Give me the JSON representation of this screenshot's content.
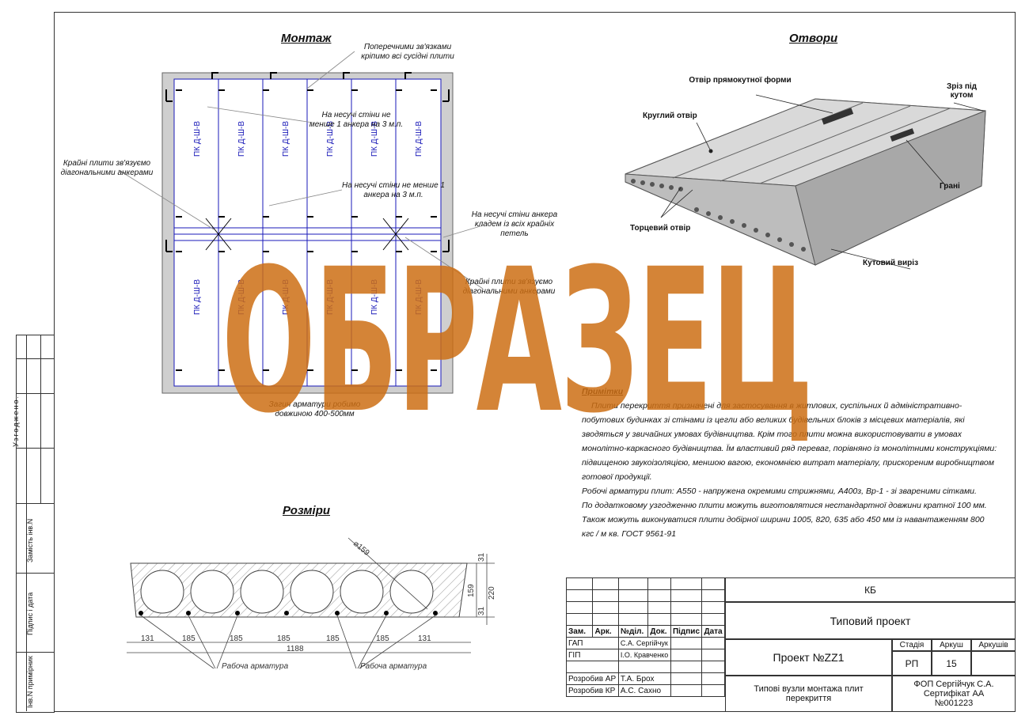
{
  "sections": {
    "montage": "Монтаж",
    "openings": "Отвори",
    "dimensions": "Розміри"
  },
  "montage_notes": {
    "transverse": "Поперечними зв'язками кріпимо всі сусідні плити",
    "bearing1": "На несучі стіни не менше 1 анкера на 3 м.п.",
    "bearing2": "На несучі стіни не менше 1 анкера на 3 м.п.",
    "extreme_left": "Крайні плити зв'язуємо діагональними анкерами",
    "bearing_walls": "На несучі стіни анкера кладем із всіх крайніх петель",
    "extreme_right": "Крайні плити зв'язуємо діагональними анкерами",
    "bend": "Загин арматури робимо довжиною 400-500мм"
  },
  "slab_label": "ПК Д-Ш-В",
  "opening_labels": {
    "rect": "Отвір прямокутної форми",
    "round": "Круглий отвір",
    "corner_cut": "Зріз під кутом",
    "faces": "Грані",
    "end": "Торцевий отвір",
    "corner_notch": "Кутовий виріз"
  },
  "notes": {
    "title": "Примітки",
    "lines": [
      "Плити перекриття призначені для застосування в житлових, суспільних й адміністративно-",
      "побутових будинках зі стінами із цегли або великих будівельних блоків з місцевих матеріалів, які",
      "зводяться у звичайних умовах будівництва. Крім того плити можна використовувати в умовах",
      "монолітно-каркасного будівництва. Їм властивий ряд переваг, порівняно із монолітними конструкціями:",
      "підвищеною звукоізоляцією, меншою вагою, економнією витрат матеріалу, прискореним виробництвом",
      "готової продукції.",
      "Робочі арматури плит: А550 - напружена окремими стрижнями, А400з, Вр-1 - зі звареними сітками.",
      "По додатковому узгодженню плити можуть виготовлятися нестандартної довжини кратної 100 мм.",
      "Також можуть виконуватися плити добірної ширини 1005, 820, 635 або 450 мм  із навантаженням 800",
      "кгс / м кв. ГОСТ 9561-91"
    ]
  },
  "dims": {
    "diameter": "⌀159",
    "top": "31",
    "mid": "159",
    "bottom": "31",
    "height": "220",
    "segments": [
      "131",
      "185",
      "185",
      "185",
      "185",
      "185",
      "131"
    ],
    "total": "1188",
    "rebar1": "Рабоча  арматура",
    "rebar2": "Рабоча  арматура"
  },
  "side_labels": {
    "agreed": "Узгоджено.",
    "replaced": "Замість інв.N",
    "sign_date": "Підпис і дата",
    "inv_orig": "Інв.N примірник"
  },
  "watermark": "ОБРАЗЕЦ",
  "titleblock": {
    "code": "КБ",
    "typical": "Типовий проект",
    "project": "Проект №ZZ1",
    "stage_h": "Стадія",
    "sheet_h": "Аркуш",
    "sheets_h": "Аркушів",
    "stage": "РП",
    "sheet": "15",
    "sheets": "",
    "name": "Типові вузли монтажа плит перекриття",
    "company": "ФОП Сергійчук С.А. Сертифікат АА №001223",
    "cols": [
      "Зам.",
      "Арк.",
      "№діл.",
      "Док.",
      "Підпис",
      "Дата"
    ],
    "people": [
      {
        "role": "ГАП",
        "name": "С.А. Сергійчук"
      },
      {
        "role": "ГІП",
        "name": "І.О. Кравченко"
      },
      {
        "role": "Розробив АР",
        "name": "Т.А. Брох"
      },
      {
        "role": "Розробив КР",
        "name": "А.С. Сахно"
      }
    ]
  }
}
